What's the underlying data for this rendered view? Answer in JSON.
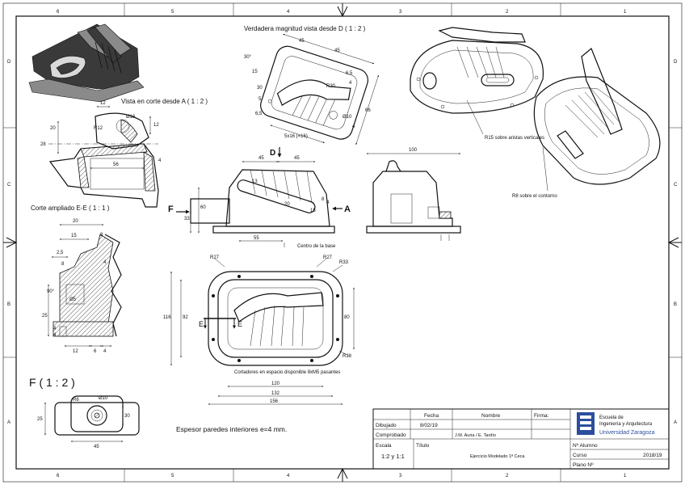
{
  "frame": {
    "columns_top": [
      "6",
      "5",
      "4",
      "3",
      "2",
      "1"
    ],
    "columns_bottom": [
      "6",
      "5",
      "4",
      "3",
      "2",
      "1"
    ],
    "rows_left": [
      "D",
      "C",
      "B",
      "A"
    ],
    "rows_right": [
      "D",
      "C",
      "B",
      "A"
    ]
  },
  "views": {
    "true_size_title": "Verdadera magnitud vista desde D ( 1 : 2 )",
    "section_a_title": "Vista en corte desde A ( 1 : 2 )",
    "detail_ee_title": "Corte ampliado E-E ( 1 : 1 )",
    "detail_f_title": "F ( 1 : 2 )",
    "note_walls": "Espesor paredes interiores e=4 mm.",
    "arrow_d": "D",
    "arrow_f": "F",
    "arrow_a": "A",
    "label_e1": "E",
    "label_e2": "E"
  },
  "annotations": {
    "centro_base": "Centro de la base",
    "r15_aristas": "R15 sobre aristas verticales",
    "r8_contorno": "R8 sobre el contorno",
    "cortadores": "Cortadores en espacio disponible 8xM5 pasantes"
  },
  "dimensions": {
    "true_size": [
      "45",
      "45",
      "30°",
      "15",
      "6,5",
      "30",
      "R30",
      "5",
      "4",
      "6,5",
      "Ø10",
      "4",
      "5x16 (=16)",
      "66"
    ],
    "section_a": [
      "12",
      "12",
      "R12",
      "Ø16",
      "28",
      "20",
      "56",
      "4"
    ],
    "front": [
      "45",
      "45",
      "13",
      "20",
      "15",
      "60",
      "4",
      "33",
      "55",
      "8",
      "100"
    ],
    "detail_ee": [
      "20",
      "15",
      "2,5",
      "8",
      "8",
      "90°",
      "Ø5",
      "4",
      "25",
      "4",
      "4",
      "12",
      "6",
      "4"
    ],
    "top": [
      "R27",
      "R27",
      "R33",
      "120",
      "116",
      "92",
      "80",
      "R18",
      "132",
      "156"
    ],
    "detail_f": [
      "R6",
      "Ø10",
      "45",
      "25",
      "30"
    ]
  },
  "title_block": {
    "col_fecha": "Fecha",
    "col_nombre": "Nombre",
    "firma": "Firma:",
    "dibujado_label": "Dibujado",
    "dibujado_fecha": "8/02/19",
    "comprobado_label": "Comprobado",
    "comprobado_nombre": "J.M. Auria / E. Tardío",
    "escala_label": "Escala",
    "escala_value": "1:2 y 1:1",
    "titulo_label": "Título",
    "titulo_value": "Ejercicio Modelado 1ª Ceca",
    "school_line1": "Escuela de",
    "school_line2": "Ingeniería y Arquitectura",
    "university": "Universidad Zaragoza",
    "num_alumno": "Nº Alumno",
    "curso_label": "Curso",
    "curso_value": "2018/19",
    "plano_label": "Plano Nº"
  }
}
